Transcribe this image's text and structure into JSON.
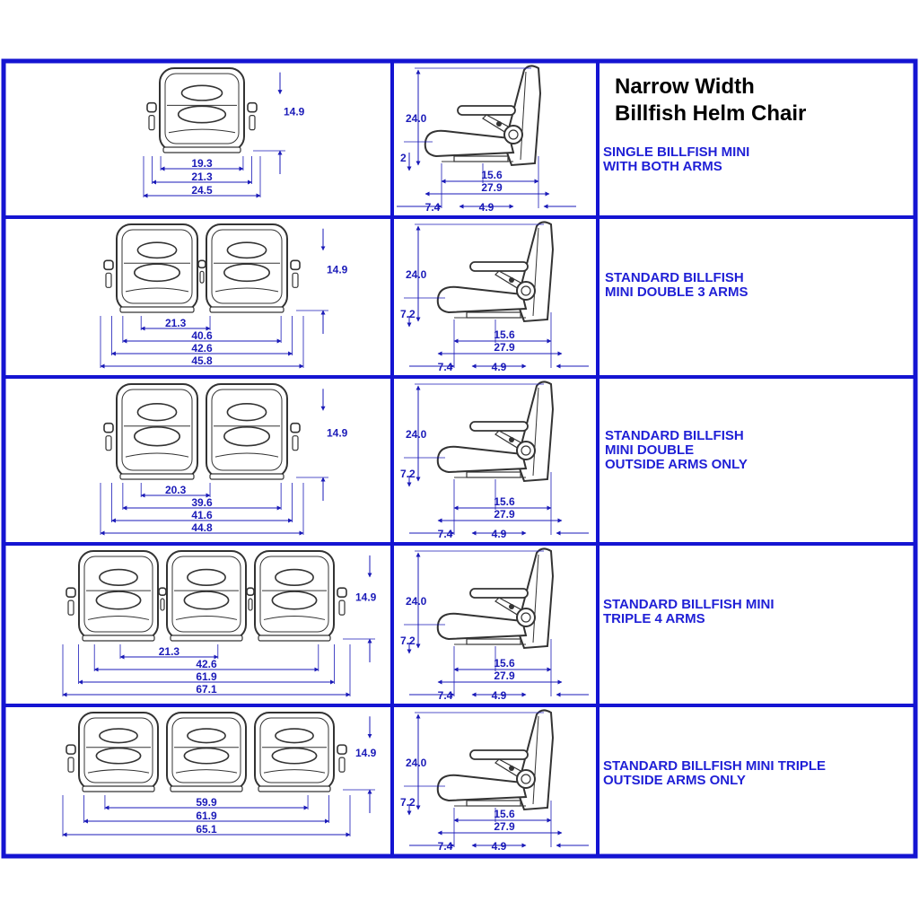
{
  "title": {
    "line1": "Narrow Width",
    "line2": "Billfish Helm Chair"
  },
  "colors": {
    "frame": "#1414d2",
    "dimension": "#1a1ab8",
    "label": "#1f1fd6",
    "drawing": "#333333"
  },
  "rows": [
    {
      "label_lines": [
        "SINGLE BILLFISH MINI",
        "WITH BOTH ARMS"
      ],
      "seats": 1,
      "front_dims": {
        "height": "14.9",
        "widths": [
          "19.3",
          "21.3",
          "24.5"
        ]
      },
      "side_dims": {
        "height": "24.0",
        "seat_height": "2",
        "depths": [
          "15.6",
          "27.9"
        ],
        "bottom": [
          "7.4",
          "4.9"
        ]
      }
    },
    {
      "label_lines": [
        "STANDARD BILLFISH",
        "MINI DOUBLE 3 ARMS"
      ],
      "seats": 2,
      "front_dims": {
        "height": "14.9",
        "widths": [
          "21.3",
          "40.6",
          "42.6",
          "45.8"
        ]
      },
      "side_dims": {
        "height": "24.0",
        "seat_height": "7.2",
        "depths": [
          "15.6",
          "27.9"
        ],
        "bottom": [
          "7.4",
          "4.9"
        ]
      }
    },
    {
      "label_lines": [
        "STANDARD BILLFISH",
        "MINI DOUBLE",
        "OUTSIDE ARMS ONLY"
      ],
      "seats": 2,
      "front_dims": {
        "height": "14.9",
        "widths": [
          "20.3",
          "39.6",
          "41.6",
          "44.8"
        ]
      },
      "side_dims": {
        "height": "24.0",
        "seat_height": "7.2",
        "depths": [
          "15.6",
          "27.9"
        ],
        "bottom": [
          "7.4",
          "4.9"
        ]
      }
    },
    {
      "label_lines": [
        "STANDARD BILLFISH MINI",
        "TRIPLE 4 ARMS"
      ],
      "seats": 3,
      "front_dims": {
        "height": "14.9",
        "widths": [
          "21.3",
          "42.6",
          "61.9",
          "67.1"
        ]
      },
      "side_dims": {
        "height": "24.0",
        "seat_height": "7.2",
        "depths": [
          "15.6",
          "27.9"
        ],
        "bottom": [
          "7.4",
          "4.9"
        ]
      }
    },
    {
      "label_lines": [
        "STANDARD BILLFISH MINI TRIPLE",
        "OUTSIDE ARMS ONLY"
      ],
      "seats": 3,
      "front_dims": {
        "height": "14.9",
        "widths": [
          "59.9",
          "61.9",
          "65.1"
        ]
      },
      "side_dims": {
        "height": "24.0",
        "seat_height": "7.2",
        "depths": [
          "15.6",
          "27.9"
        ],
        "bottom": [
          "7.4",
          "4.9"
        ]
      }
    }
  ]
}
